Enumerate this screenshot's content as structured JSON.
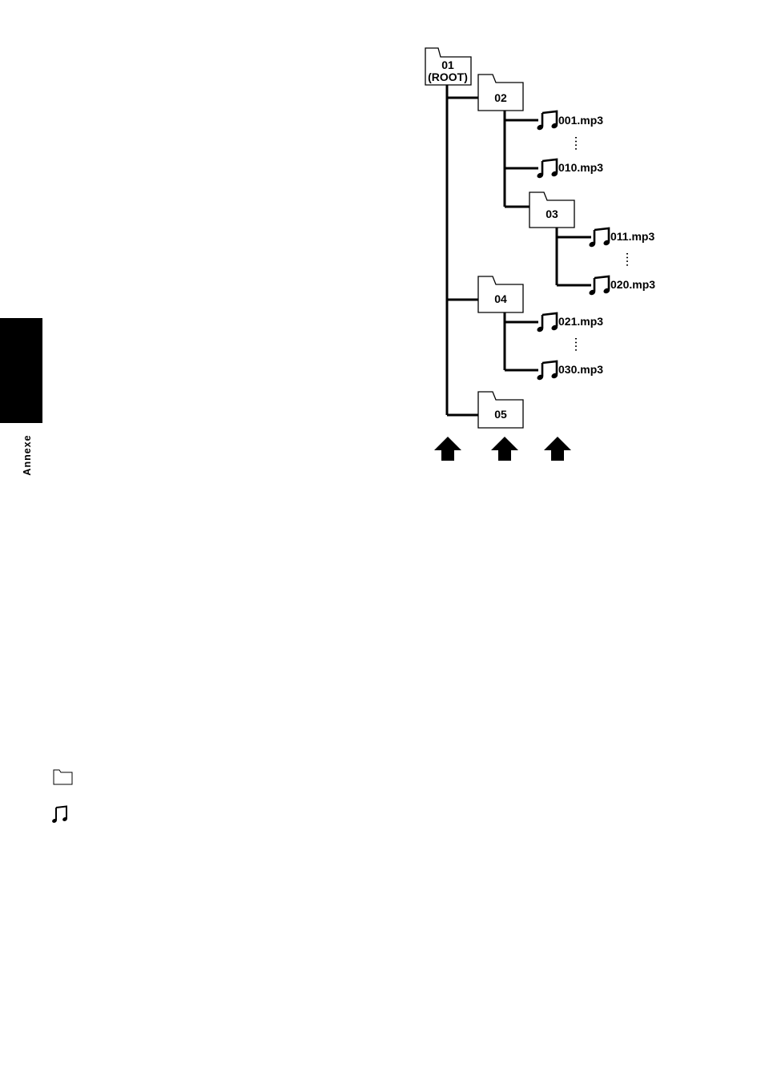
{
  "side_label": "Annexe",
  "folders": {
    "f01": {
      "line1": "01",
      "line2": "(ROOT)"
    },
    "f02": "02",
    "f03": "03",
    "f04": "04",
    "f05": "05"
  },
  "files": {
    "a": "001.mp3",
    "b": "010.mp3",
    "c": "011.mp3",
    "d": "020.mp3",
    "e": "021.mp3",
    "f": "030.mp3"
  },
  "icons": {
    "folder": "folder-icon",
    "file": "music-note-icon",
    "level": "up-arrow-icon"
  }
}
